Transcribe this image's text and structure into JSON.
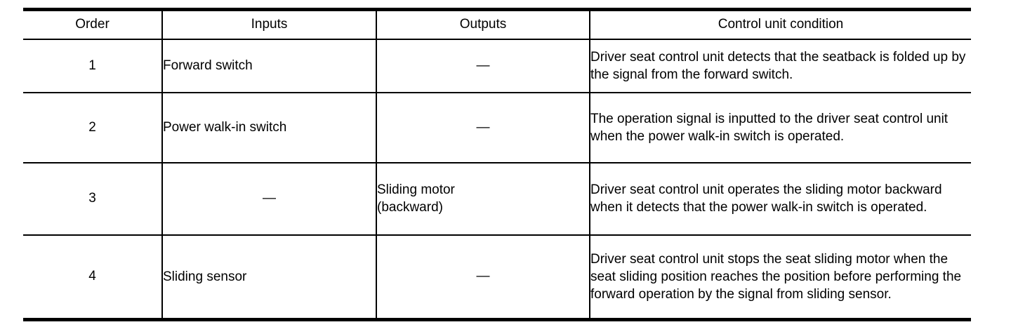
{
  "table": {
    "headers": [
      "Order",
      "Inputs",
      "Outputs",
      "Control unit condition"
    ],
    "rows": [
      {
        "order": "1",
        "inputs": "Forward switch",
        "outputs": "—",
        "condition": "Driver seat control unit detects that the seatback is folded up by the signal from the forward switch."
      },
      {
        "order": "2",
        "inputs": "Power walk-in switch",
        "outputs": "—",
        "condition": "The operation signal is inputted to the driver seat control unit when the power walk-in switch is operated."
      },
      {
        "order": "3",
        "inputs": "—",
        "outputs": "Sliding motor\n(backward)",
        "condition": "Driver seat control unit operates the sliding motor backward when it detects that the power walk-in switch is operated."
      },
      {
        "order": "4",
        "inputs": "Sliding sensor",
        "outputs": "—",
        "condition": "Driver seat control unit stops the seat sliding motor when the seat sliding position reaches the position before performing the forward operation by the signal from sliding sensor."
      }
    ],
    "colors": {
      "border": "#000000",
      "background": "#ffffff",
      "text": "#000000"
    }
  }
}
